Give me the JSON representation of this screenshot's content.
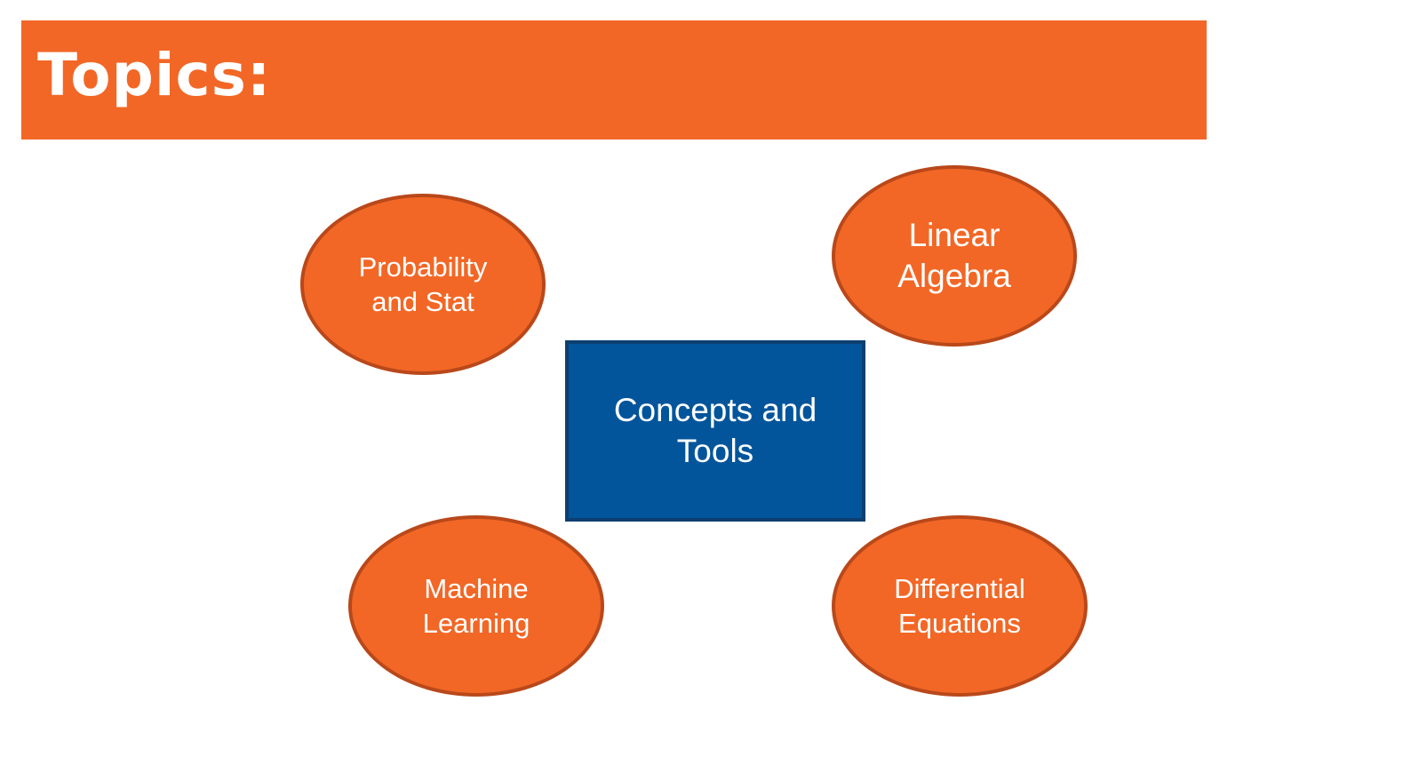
{
  "slide": {
    "title": "Topics:"
  },
  "diagram": {
    "center": {
      "line1": "Concepts and",
      "line2": "Tools"
    },
    "nodes": {
      "probability": {
        "line1": "Probability",
        "line2": "and Stat"
      },
      "linear_algebra": {
        "line1": "Linear",
        "line2": "Algebra"
      },
      "machine_learning": {
        "line1": "Machine",
        "line2": "Learning"
      },
      "differential_equations": {
        "line1": "Differential",
        "line2": "Equations"
      }
    }
  },
  "colors": {
    "orange_fill": "#f26726",
    "orange_border": "#b9481a",
    "blue_fill": "#02559b",
    "blue_border": "#0d3f70",
    "text": "#ffffff"
  }
}
